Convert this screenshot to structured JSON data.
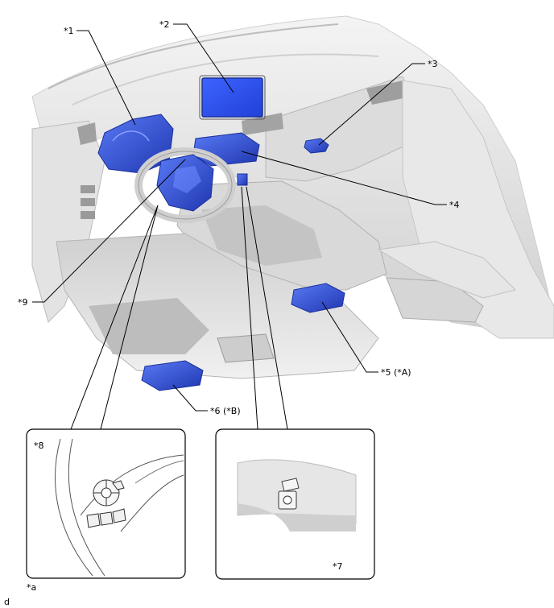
{
  "labels": {
    "l1": "*1",
    "l2": "*2",
    "l3": "*3",
    "l4": "*4",
    "l5": "*5 (*A)",
    "l6": "*6 (*B)",
    "l7": "*7",
    "l8": "*8",
    "l9": "*9",
    "la": "*a",
    "ld": "d"
  },
  "colors": {
    "highlight": "#2c49c9",
    "highlight_light": "#4f6ef0",
    "line": "#000000",
    "interior_light": "#f1f1f1",
    "interior_mid": "#d6d6d6",
    "interior_dark": "#a9a9a9"
  }
}
